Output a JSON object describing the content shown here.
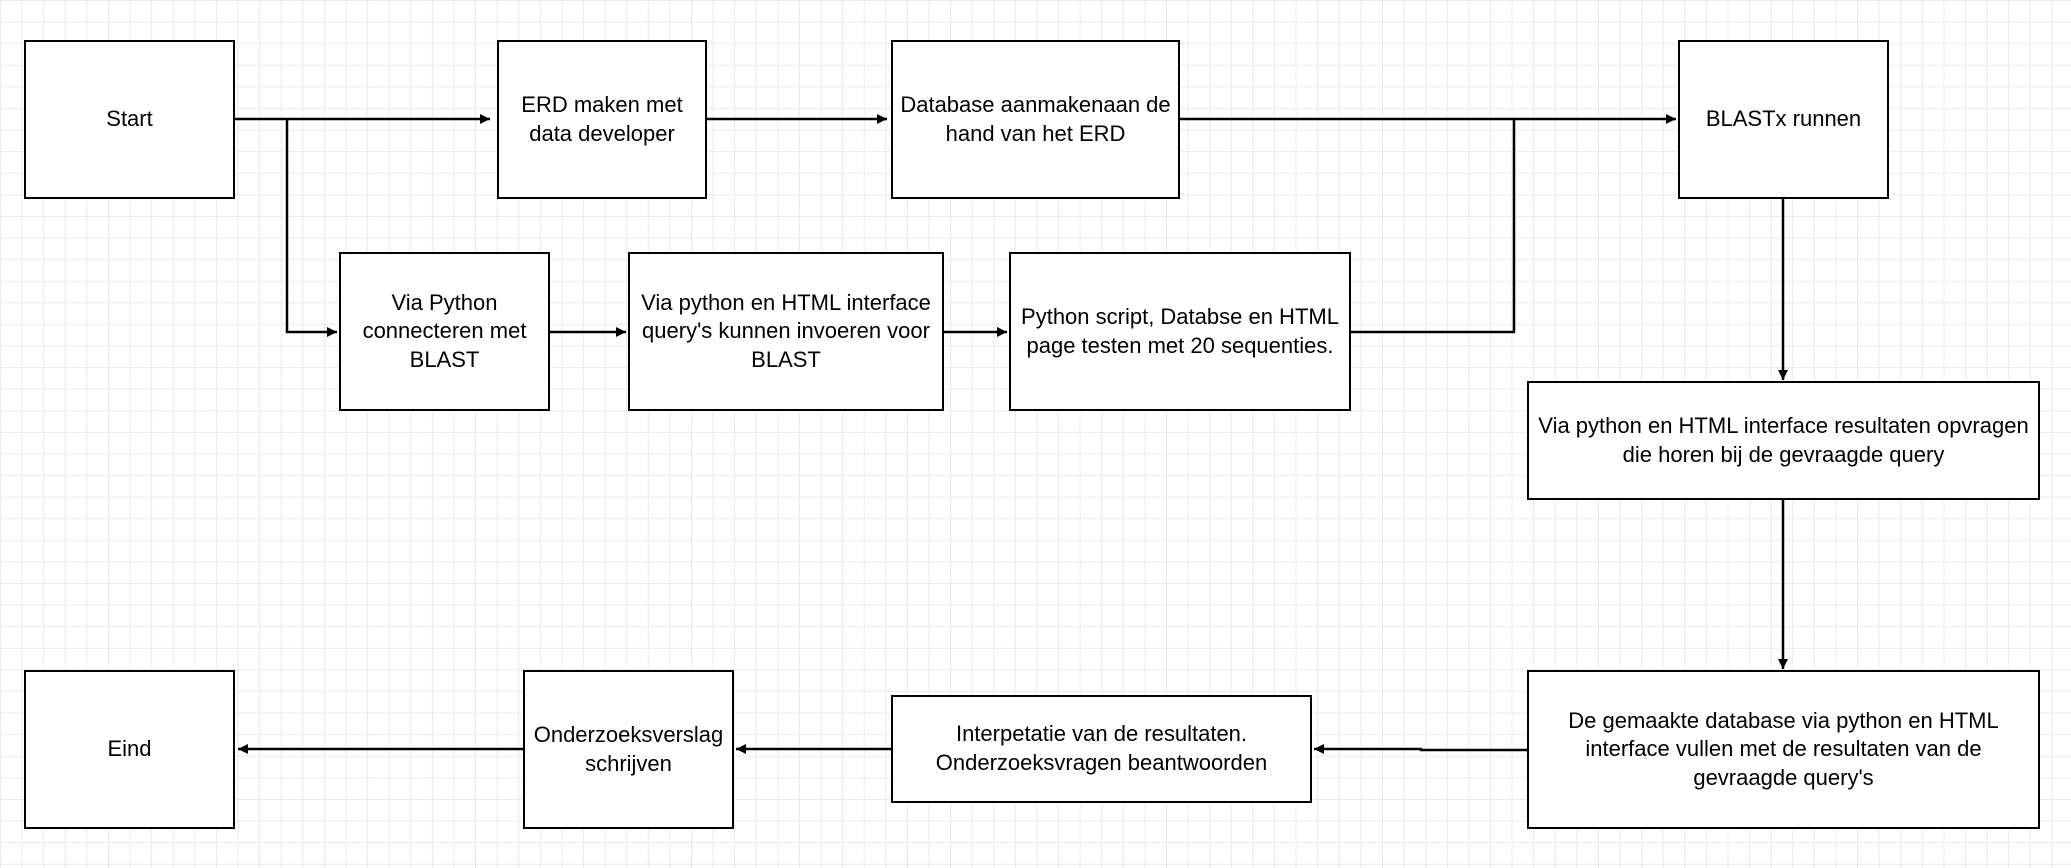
{
  "diagram": {
    "nodes": {
      "start": "Start",
      "erd": "ERD maken met data developer",
      "database": "Database aanmakenaan de hand van het ERD",
      "blastx": "BLASTx runnen",
      "python_blast": "Via Python connecteren met BLAST",
      "query_input": "Via python en HTML interface query's kunnen invoeren voor BLAST",
      "test": "Python script, Databse en HTML page testen met 20 sequenties.",
      "results": "Via python en HTML interface resultaten opvragen die horen bij de gevraagde query",
      "fill_db": "De gemaakte database via python en HTML interface vullen met de resultaten van de gevraagde query's",
      "interpret": "Interpetatie van de resultaten. Onderzoeksvragen beantwoorden",
      "report": "Onderzoeksverslag schrijven",
      "end": "Eind"
    },
    "colors": {
      "stroke": "#000000",
      "fill": "#ffffff",
      "grid": "#e9e9e9"
    }
  }
}
